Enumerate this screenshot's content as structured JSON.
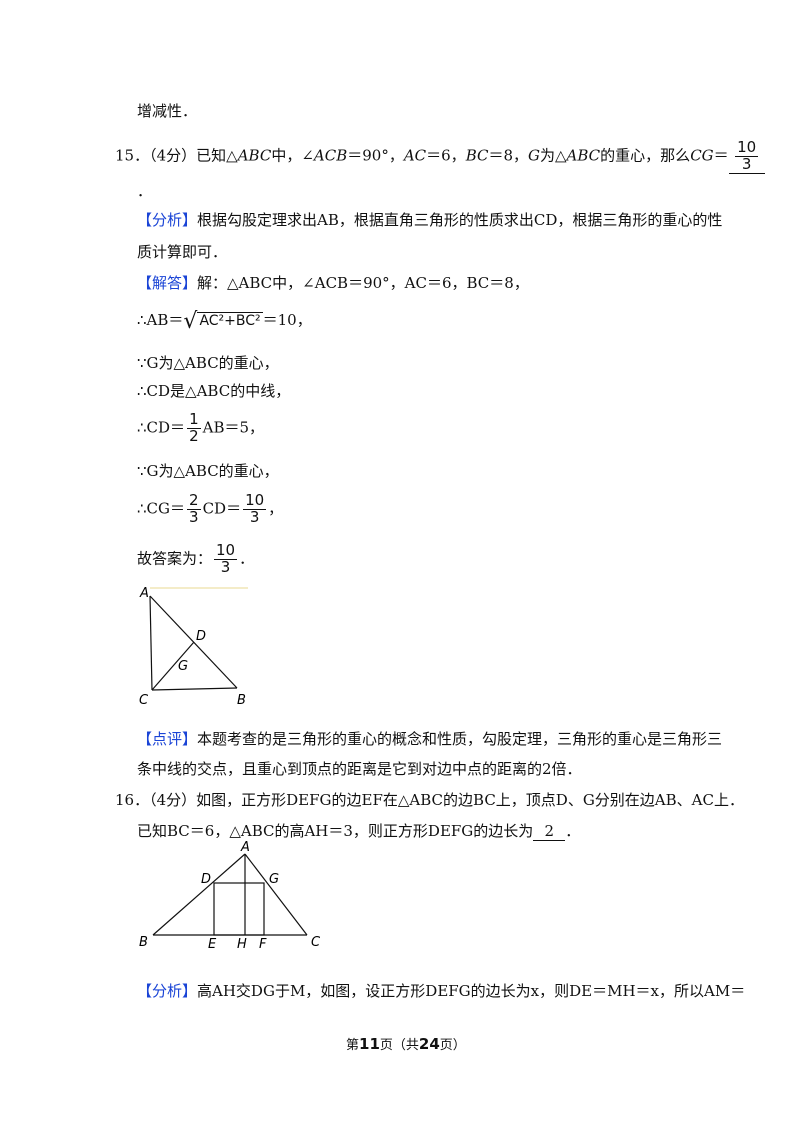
{
  "continuation": "增减性．",
  "q15": {
    "num": "15．",
    "pts": "（4分）",
    "stem_a": "已知△",
    "abc1": "ABC",
    "stem_b": "中，∠",
    "acb": "ACB",
    "stem_c": "＝90°，",
    "ac": "AC",
    "stem_d": "＝6，",
    "bc": "BC",
    "stem_e": "＝8，",
    "g": "G",
    "stem_f": "为△",
    "abc2": "ABC",
    "stem_g": "的重心，那么",
    "cg": "CG",
    "stem_h": "＝",
    "ans_num": "10",
    "ans_den": "3",
    "end": "．"
  },
  "analysis15": {
    "tag": "【分析】",
    "l1": "根据勾股定理求出AB，根据直角三角形的性质求出CD，根据三角形的重心的性",
    "l2": "质计算即可．"
  },
  "solution15": {
    "tag": "【解答】",
    "l1": "解：△ABC中，∠ACB＝90°，AC＝6，BC＝8，",
    "l2_a": "∴AB＝",
    "l2_sqrt": "AC²+BC²",
    "l2_b": "＝10，",
    "l3": "∵G为△ABC的重心，",
    "l4": "∴CD是△ABC的中线，",
    "l5_a": "∴CD＝",
    "l5_num": "1",
    "l5_den": "2",
    "l5_b": "AB＝5，",
    "l6": "∵G为△ABC的重心，",
    "l7_a": "∴CG＝",
    "l7_num1": "2",
    "l7_den1": "3",
    "l7_b": "CD＝",
    "l7_num2": "10",
    "l7_den2": "3",
    "l7_c": "，",
    "l8_a": "故答案为：",
    "l8_num": "10",
    "l8_den": "3",
    "l8_b": "．"
  },
  "fig15": {
    "A": "A",
    "B": "B",
    "C": "C",
    "D": "D",
    "G": "G"
  },
  "comment15": {
    "tag": "【点评】",
    "l1": "本题考查的是三角形的重心的概念和性质，勾股定理，三角形的重心是三角形三",
    "l2": "条中线的交点，且重心到顶点的距离是它到对边中点的距离的2倍．"
  },
  "q16": {
    "num": "16．",
    "pts": "（4分）",
    "l1": "如图，正方形DEFG的边EF在△ABC的边BC上，顶点D、G分别在边AB、AC上．",
    "l2_a": "已知BC＝6，△ABC的高AH＝3，则正方形DEFG的边长为",
    "ans": "2",
    "l2_b": "．"
  },
  "fig16": {
    "A": "A",
    "B": "B",
    "C": "C",
    "D": "D",
    "E": "E",
    "F": "F",
    "G": "G",
    "H": "H"
  },
  "analysis16": {
    "tag": "【分析】",
    "l1": "高AH交DG于M，如图，设正方形DEFG的边长为x，则DE＝MH＝x，所以AM＝"
  },
  "footer": {
    "pre": "第",
    "page": "11",
    "mid": "页（共",
    "total": "24",
    "post": "页）"
  }
}
